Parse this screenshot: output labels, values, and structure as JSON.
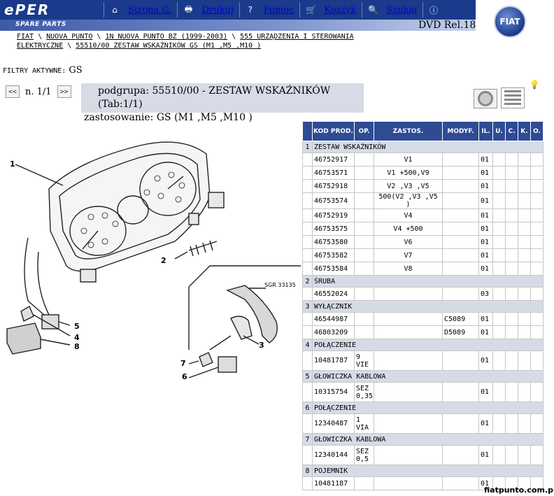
{
  "header": {
    "logo_text": "ePER",
    "subtitle": "SPARE PARTS",
    "version": "DVD Rel.18",
    "brand": "FIAT",
    "nav": [
      {
        "icon": "⌂",
        "label": "Strona G.",
        "name": "nav-home"
      },
      {
        "icon": "🖶",
        "label": "Drukuj",
        "name": "nav-print"
      },
      {
        "icon": "?",
        "label": "Pomoc",
        "name": "nav-help"
      },
      {
        "icon": "🛒",
        "label": "Koszyk",
        "name": "nav-cart"
      },
      {
        "icon": "🔍",
        "label": "Szukaj",
        "name": "nav-search"
      },
      {
        "icon": "ⓘ",
        "label": "",
        "name": "nav-info"
      }
    ]
  },
  "breadcrumb": {
    "items": [
      "FIAT",
      "NUOVA PUNTO",
      "1N NUOVA PUNTO BZ (1999-2003)",
      "555 URZĄDZENIA I STEROWANIA ELEKTRYCZNE",
      "55510/00 ZESTAW WSKAŹNIKÓW GS (M1 ,M5 ,M10 )"
    ],
    "separator": " \\ "
  },
  "filters": {
    "label": "FILTRY AKTYWNE:",
    "value": "GS"
  },
  "pager": {
    "prev": "<<",
    "page": "n. 1/1",
    "next": ">>"
  },
  "group": {
    "line1": "podgrupa: 55510/00 - ZESTAW WSKAŹNIKÓW (Tab:1/1)",
    "line2": "zastosowanie: GS (M1 ,M5 ,M10 )"
  },
  "drawing": {
    "ref": "SGR 33135",
    "callouts": [
      "1",
      "2",
      "3",
      "4",
      "5",
      "6",
      "7",
      "8"
    ]
  },
  "table": {
    "columns": [
      "KOD PROD.",
      "OP.",
      "ZASTOS.",
      "MODYF.",
      "IL.",
      "U.",
      "C.",
      "K.",
      "O."
    ],
    "groups": [
      {
        "num": "1",
        "title": "ZESTAW WSKAŹNIKÓW",
        "rows": [
          {
            "code": "46752917",
            "op": "",
            "zastos": "V1",
            "modyf": "",
            "il": "01"
          },
          {
            "code": "46753571",
            "op": "",
            "zastos": "V1 +500,V9",
            "modyf": "",
            "il": "01"
          },
          {
            "code": "46752918",
            "op": "",
            "zastos": "V2 ,V3 ,V5",
            "modyf": "",
            "il": "01"
          },
          {
            "code": "46753574",
            "op": "",
            "zastos": "500(V2 ,V3 ,V5 )",
            "modyf": "",
            "il": "01"
          },
          {
            "code": "46752919",
            "op": "",
            "zastos": "V4",
            "modyf": "",
            "il": "01"
          },
          {
            "code": "46753575",
            "op": "",
            "zastos": "V4 +500",
            "modyf": "",
            "il": "01"
          },
          {
            "code": "46753580",
            "op": "",
            "zastos": "V6",
            "modyf": "",
            "il": "01"
          },
          {
            "code": "46753582",
            "op": "",
            "zastos": "V7",
            "modyf": "",
            "il": "01"
          },
          {
            "code": "46753584",
            "op": "",
            "zastos": "V8",
            "modyf": "",
            "il": "01"
          }
        ]
      },
      {
        "num": "2",
        "title": "ŚRUBA",
        "rows": [
          {
            "code": "46552024",
            "op": "",
            "zastos": "",
            "modyf": "",
            "il": "03"
          }
        ]
      },
      {
        "num": "3",
        "title": "WYŁĄCZNIK",
        "rows": [
          {
            "code": "46544987",
            "op": "",
            "zastos": "",
            "modyf": "C5089",
            "il": "01"
          },
          {
            "code": "46803209",
            "op": "",
            "zastos": "",
            "modyf": "D5089",
            "il": "01"
          }
        ]
      },
      {
        "num": "4",
        "title": "POŁĄCZENIE",
        "rows": [
          {
            "code": "10481787",
            "op": "9 VIE",
            "zastos": "",
            "modyf": "",
            "il": "01",
            "tall": true
          }
        ]
      },
      {
        "num": "5",
        "title": "GŁOWICZKA KABLOWA",
        "rows": [
          {
            "code": "10315754",
            "op": "SEZ 0,35",
            "zastos": "",
            "modyf": "",
            "il": "01",
            "tall": true
          }
        ]
      },
      {
        "num": "6",
        "title": "POŁĄCZENIE",
        "rows": [
          {
            "code": "12340487",
            "op": "1 VIA",
            "zastos": "",
            "modyf": "",
            "il": "01",
            "tall": true
          }
        ]
      },
      {
        "num": "7",
        "title": "GŁOWICZKA KABLOWA",
        "rows": [
          {
            "code": "12340144",
            "op": "SEZ 0,5",
            "zastos": "",
            "modyf": "",
            "il": "01",
            "tall": true
          }
        ]
      },
      {
        "num": "8",
        "title": "POJEMNIK",
        "rows": [
          {
            "code": "10481187",
            "op": "",
            "zastos": "",
            "modyf": "",
            "il": "01"
          }
        ]
      }
    ]
  },
  "watermark": "fiatpunto.com.pl"
}
